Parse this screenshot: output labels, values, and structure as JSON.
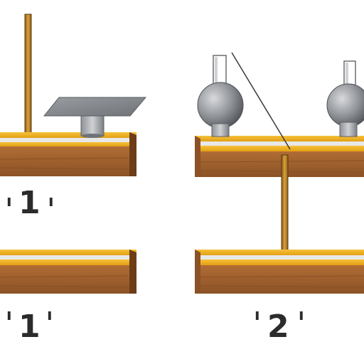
{
  "labels": {
    "top_left": {
      "text": "1",
      "left_mark": "ı",
      "right_mark": "ı"
    },
    "bottom_left": {
      "text": "1",
      "left_mark": "ı",
      "right_mark": "ı"
    },
    "bottom_right": {
      "text": "2",
      "left_mark": "ı",
      "right_mark": "ı"
    }
  },
  "colors": {
    "wood": "#a0612f",
    "wood_dark": "#7a4520",
    "yellow_strip": "#f0b21e",
    "stripe": "#dcdcdc",
    "metal": "#8a8d91",
    "metal_light": "#c9cbce",
    "rod": "#c08a2a"
  },
  "icons": {
    "plank": "wood-plank-icon",
    "ball": "metal-ball-icon",
    "plate": "metal-plate-icon"
  }
}
